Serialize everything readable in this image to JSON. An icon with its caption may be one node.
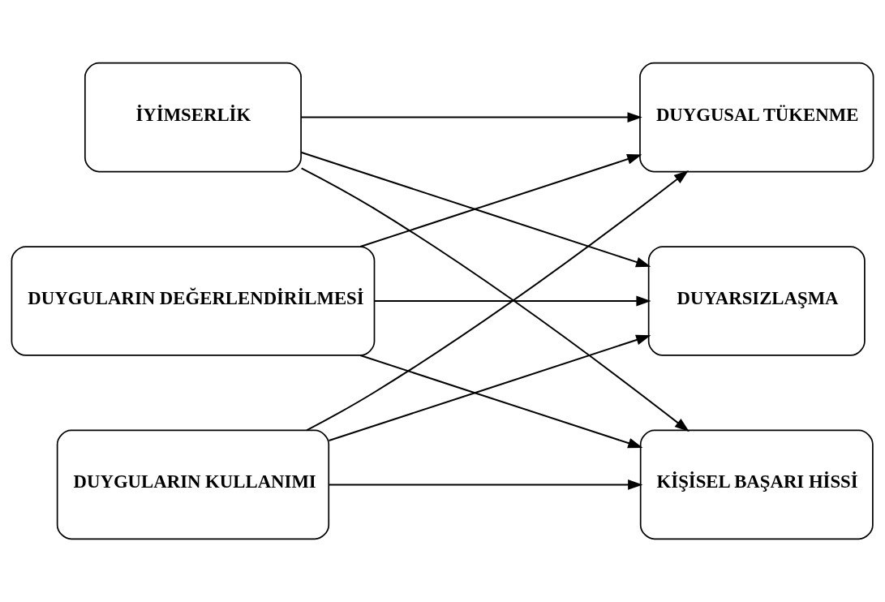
{
  "diagram": {
    "nodes": [
      {
        "text": [
          "İYİMSERLİK"
        ]
      },
      {
        "text": [
          "DUYGULARIN DEĞERLENDİRİLMESİ"
        ]
      },
      {
        "text": [
          "DUYGULARIN KULLANIMI"
        ]
      },
      {
        "text": [
          "DUYGUSAL TÜKENME"
        ]
      },
      {
        "text": [
          "DUYARSIZLAŞMA"
        ]
      },
      {
        "text": [
          "KİŞİSEL BAŞARI HİSSİ"
        ]
      }
    ],
    "edges": [
      {
        "from": 0,
        "to": 3,
        "arrow": "to"
      },
      {
        "from": 0,
        "to": 4,
        "arrow": "to"
      },
      {
        "from": 0,
        "to": 5,
        "arrow": "to"
      },
      {
        "from": 1,
        "to": 3,
        "arrow": "to"
      },
      {
        "from": 1,
        "to": 4,
        "arrow": "to"
      },
      {
        "from": 1,
        "to": 5,
        "arrow": "to"
      },
      {
        "from": 2,
        "to": 3,
        "arrow": "to"
      },
      {
        "from": 2,
        "to": 4,
        "arrow": "to"
      },
      {
        "from": 2,
        "to": 5,
        "arrow": "to"
      }
    ]
  }
}
